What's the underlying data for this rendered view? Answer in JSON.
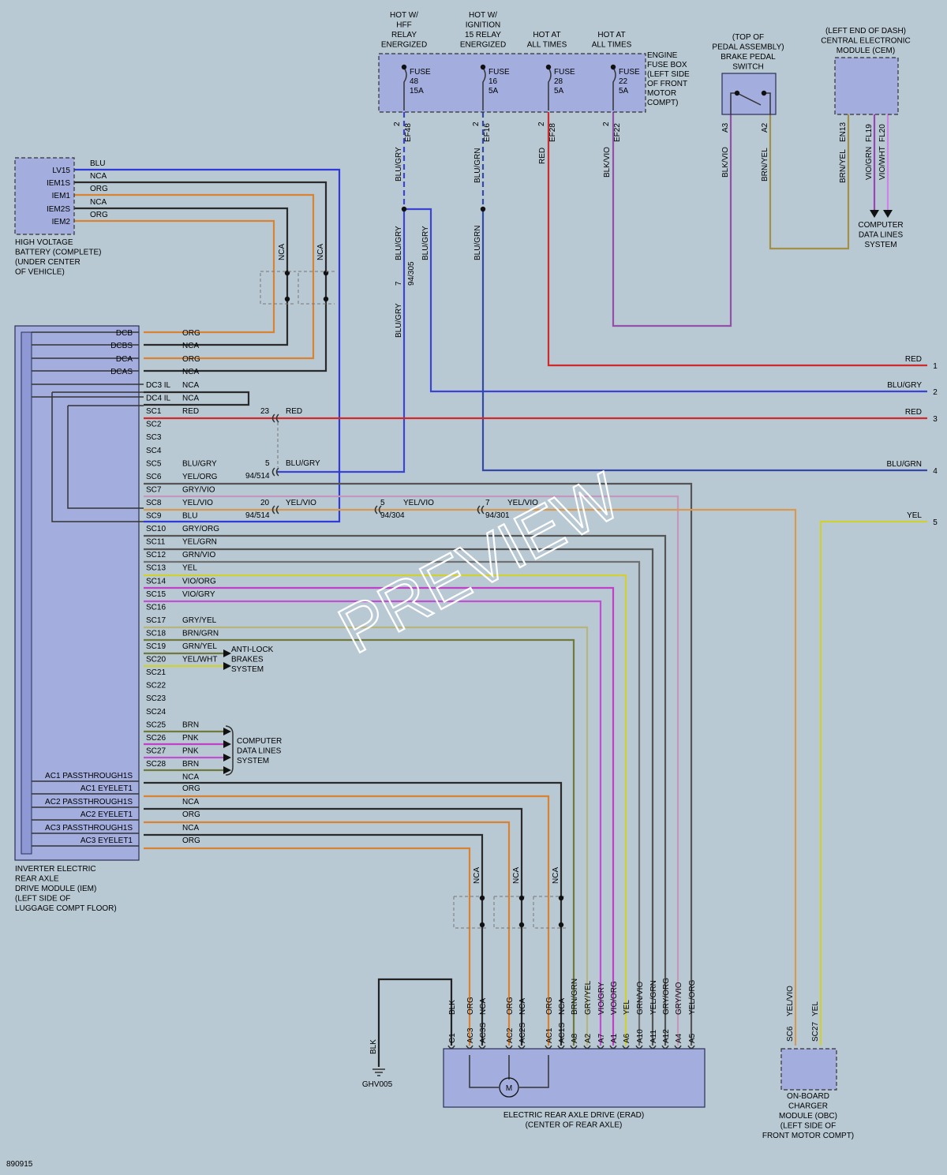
{
  "watermark": "PREVIEW",
  "footer_code": "890915",
  "colors": {
    "background": "#b8c9d4",
    "component_fill": "#a3aede",
    "RED": "#d02a2a",
    "ORG": "#d98232",
    "NCA": "#2a2a2a",
    "BLU": "#2f3ad8",
    "BLU/GRY": "#3a44d0",
    "BLU/GRN": "#3448a8",
    "BLK/VIO": "#9450a8",
    "BRN/YEL": "#a39048",
    "YEL": "#d0d030",
    "GRY/VIO": "#c498bc",
    "YEL/VIO": "#d79a50",
    "GRN/VIO": "#707070",
    "VIO/ORG": "#c040c8",
    "VIO/GRY": "#c050d0",
    "GRY/YEL": "#b6b67c",
    "BRN/GRN": "#707a3c",
    "BLK": "#222222",
    "VIO/GRN": "#9a44b8",
    "VIO/WHT": "#d080e8",
    "BRN/YEL2": "#a09050"
  },
  "fuse_box": {
    "label": "ENGINE FUSE BOX (LEFT SIDE OF FRONT MOTOR COMPT)",
    "label_lines": [
      "ENGINE",
      "FUSE BOX",
      "(LEFT SIDE",
      "OF FRONT",
      "MOTOR",
      "COMPT)"
    ],
    "fuses": [
      {
        "header": [
          "HOT W/",
          "HFF",
          "RELAY",
          "ENERGIZED"
        ],
        "word": "FUSE",
        "number": "48",
        "amp": "15A",
        "pin": "2",
        "cavity": "EF48",
        "wire": "BLU/GRY"
      },
      {
        "header": [
          "HOT W/",
          "IGNITION",
          "15 RELAY",
          "ENERGIZED"
        ],
        "word": "FUSE",
        "number": "16",
        "amp": "5A",
        "pin": "2",
        "cavity": "EF16",
        "wire": "BLU/GRN"
      },
      {
        "header": [
          "HOT AT",
          "ALL TIMES"
        ],
        "word": "FUSE",
        "number": "28",
        "amp": "5A",
        "pin": "2",
        "cavity": "EF28",
        "wire": "RED"
      },
      {
        "header": [
          "HOT AT",
          "ALL TIMES"
        ],
        "word": "FUSE",
        "number": "22",
        "amp": "5A",
        "pin": "2",
        "cavity": "EF22",
        "wire": "BLK/VIO"
      }
    ]
  },
  "brake_switch": {
    "label_lines": [
      "(TOP OF",
      "PEDAL ASSEMBLY)",
      "BRAKE PEDAL",
      "SWITCH"
    ],
    "pins": [
      {
        "name": "A3",
        "wire": "BLK/VIO"
      },
      {
        "name": "A2",
        "wire": "BRN/YEL"
      }
    ]
  },
  "cem": {
    "label_lines": [
      "(LEFT END OF DASH)",
      "CENTRAL ELECTRONIC",
      "MODULE (CEM)"
    ],
    "pins": [
      {
        "name": "EN13",
        "wire": "BRN/YEL"
      },
      {
        "name": "FL19",
        "wire": "VIO/GRN"
      },
      {
        "name": "FL20",
        "wire": "VIO/WHT"
      }
    ],
    "dest_lines": [
      "COMPUTER",
      "DATA LINES",
      "SYSTEM"
    ]
  },
  "splice_labels": [
    {
      "left": "BLU/GRY",
      "right": "BLU/GRY",
      "pin": "7",
      "conn": "94/305"
    },
    {
      "left": "BLU/GRY",
      "pin": "7"
    }
  ],
  "battery": {
    "label_lines": [
      "HIGH VOLTAGE",
      "BATTERY (COMPLETE)",
      "(UNDER CENTER",
      "OF VEHICLE)"
    ],
    "pins": [
      {
        "name": "LV15",
        "wire": "BLU"
      },
      {
        "name": "IEM1S",
        "wire": "NCA"
      },
      {
        "name": "IEM1",
        "wire": "ORG"
      },
      {
        "name": "IEM2S",
        "wire": "NCA"
      },
      {
        "name": "IEM2",
        "wire": "ORG"
      }
    ],
    "shield_labels": [
      "NCA",
      "NCA"
    ]
  },
  "iem": {
    "label_lines": [
      "INVERTER ELECTRIC",
      "REAR AXLE",
      "DRIVE MODULE (IEM)",
      "(LEFT SIDE OF",
      "LUGGAGE COMPT FLOOR)"
    ],
    "dc_pins": [
      {
        "name": "DCB",
        "wire": "ORG"
      },
      {
        "name": "DCBS",
        "wire": "NCA"
      },
      {
        "name": "DCA",
        "wire": "ORG"
      },
      {
        "name": "DCAS",
        "wire": "NCA"
      }
    ],
    "sc_pins": [
      {
        "name": "DC3 IL",
        "wire": "NCA"
      },
      {
        "name": "DC4 IL",
        "wire": "NCA"
      },
      {
        "name": "SC1",
        "wire": "RED"
      },
      {
        "name": "SC2",
        "wire": ""
      },
      {
        "name": "SC3",
        "wire": ""
      },
      {
        "name": "SC4",
        "wire": ""
      },
      {
        "name": "SC5",
        "wire": "BLU/GRY"
      },
      {
        "name": "SC6",
        "wire": "YEL/ORG"
      },
      {
        "name": "SC7",
        "wire": "GRY/VIO"
      },
      {
        "name": "SC8",
        "wire": "YEL/VIO"
      },
      {
        "name": "SC9",
        "wire": "BLU"
      },
      {
        "name": "SC10",
        "wire": "GRY/ORG"
      },
      {
        "name": "SC11",
        "wire": "YEL/GRN"
      },
      {
        "name": "SC12",
        "wire": "GRN/VIO"
      },
      {
        "name": "SC13",
        "wire": "YEL"
      },
      {
        "name": "SC14",
        "wire": "VIO/ORG"
      },
      {
        "name": "SC15",
        "wire": "VIO/GRY"
      },
      {
        "name": "SC16",
        "wire": ""
      },
      {
        "name": "SC17",
        "wire": "GRY/YEL"
      },
      {
        "name": "SC18",
        "wire": "BRN/GRN"
      },
      {
        "name": "SC19",
        "wire": "GRN/YEL"
      },
      {
        "name": "SC20",
        "wire": "YEL/WHT"
      },
      {
        "name": "SC21",
        "wire": ""
      },
      {
        "name": "SC22",
        "wire": ""
      },
      {
        "name": "SC23",
        "wire": ""
      },
      {
        "name": "SC24",
        "wire": ""
      },
      {
        "name": "SC25",
        "wire": "BRN"
      },
      {
        "name": "SC26",
        "wire": "PNK"
      },
      {
        "name": "SC27",
        "wire": "PNK"
      },
      {
        "name": "SC28",
        "wire": "BRN"
      },
      {
        "name": "",
        "wire": "NCA"
      }
    ],
    "ac_pins": [
      {
        "name": "AC1 PASSTHROUGH1S",
        "wire": ""
      },
      {
        "name": "AC1 EYELET1",
        "wire": "ORG"
      },
      {
        "name": "AC2 PASSTHROUGH1S",
        "wire": "NCA"
      },
      {
        "name": "AC2 EYELET1",
        "wire": "ORG"
      },
      {
        "name": "AC3 PASSTHROUGH1S",
        "wire": "NCA"
      },
      {
        "name": "AC3 EYELET1",
        "wire": "ORG"
      }
    ],
    "inline_labels": [
      {
        "pin": "23",
        "wire": "RED"
      },
      {
        "pin": "5",
        "conn": "94/514",
        "wire": "BLU/GRY"
      },
      {
        "pin": "20",
        "conn": "94/514",
        "wire": "YEL/VIO"
      },
      {
        "pin": "5",
        "conn": "94/304",
        "wire": "YEL/VIO"
      },
      {
        "pin": "7",
        "conn": "94/301",
        "wire": "YEL/VIO"
      }
    ],
    "abs_lines": [
      "ANTI-LOCK",
      "BRAKES",
      "SYSTEM"
    ],
    "cdl_lines": [
      "COMPUTER",
      "DATA LINES",
      "SYSTEM"
    ]
  },
  "right_refs": [
    {
      "wire": "RED",
      "num": "1"
    },
    {
      "wire": "BLU/GRY",
      "num": "2"
    },
    {
      "wire": "RED",
      "num": "3"
    },
    {
      "wire": "BLU/GRN",
      "num": "4"
    },
    {
      "wire": "YEL",
      "num": "5"
    }
  ],
  "erad": {
    "label_lines": [
      "ELECTRIC REAR AXLE DRIVE (ERAD)",
      "(CENTER OF REAR AXLE)"
    ],
    "motor": "M",
    "shield_labels": [
      "NCA",
      "NCA",
      "NCA"
    ],
    "pins": [
      {
        "name": "C1",
        "wire": "BLK"
      },
      {
        "name": "AC3",
        "wire": "ORG"
      },
      {
        "name": "AC3S",
        "wire": "NCA"
      },
      {
        "name": "AC2",
        "wire": "ORG"
      },
      {
        "name": "AC2S",
        "wire": "NCA"
      },
      {
        "name": "AC1",
        "wire": "ORG"
      },
      {
        "name": "AC1S",
        "wire": "NCA"
      },
      {
        "name": "A8",
        "wire": "BRN/GRN"
      },
      {
        "name": "A2",
        "wire": "GRY/YEL"
      },
      {
        "name": "A7",
        "wire": "VIO/GRY"
      },
      {
        "name": "A1",
        "wire": "VIO/ORG"
      },
      {
        "name": "A6",
        "wire": "YEL"
      },
      {
        "name": "A10",
        "wire": "GRN/VIO"
      },
      {
        "name": "A11",
        "wire": "YEL/GRN"
      },
      {
        "name": "A12",
        "wire": "GRY/ORG"
      },
      {
        "name": "A4",
        "wire": "GRY/VIO"
      },
      {
        "name": "A5",
        "wire": "YEL/ORG"
      }
    ]
  },
  "ground": {
    "wire": "BLK",
    "name": "GHV005"
  },
  "obc": {
    "label_lines": [
      "ON-BOARD",
      "CHARGER",
      "MODULE (OBC)",
      "(LEFT SIDE OF",
      "FRONT MOTOR COMPT)"
    ],
    "pins": [
      {
        "name": "SC6",
        "wire": "YEL/VIO"
      },
      {
        "name": "SC27",
        "wire": "YEL"
      }
    ]
  }
}
